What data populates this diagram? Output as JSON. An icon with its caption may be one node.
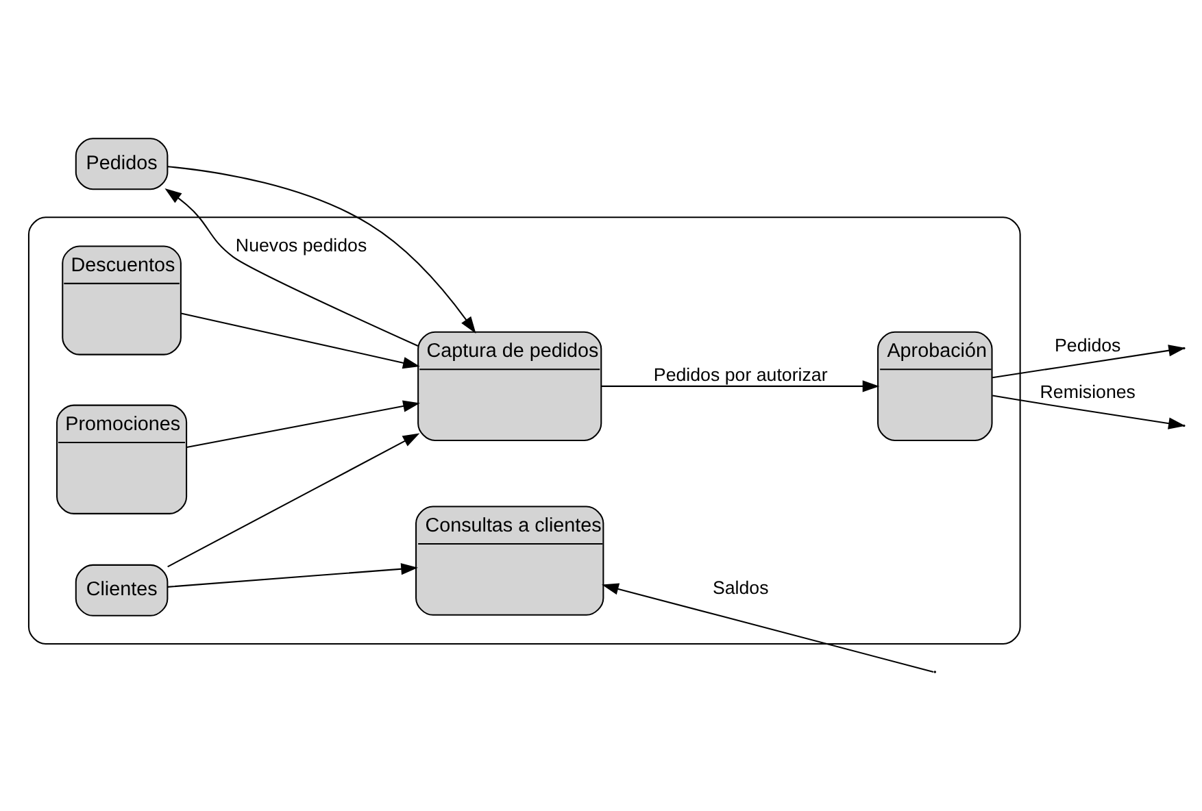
{
  "diagram": {
    "nodes": [
      {
        "text": [
          "Pedidos"
        ]
      },
      {
        "text": [],
        "shape": "box"
      },
      {
        "text": [
          "Captura de pedidos"
        ],
        "in": 1
      },
      {
        "text": [
          "Aprobación"
        ],
        "in": 1
      },
      {
        "text": [
          "Clientes"
        ],
        "in": 1
      },
      {
        "text": [
          "Promociones"
        ],
        "in": 1
      },
      {
        "text": [
          "Descuentos"
        ],
        "in": 1
      },
      {
        "text": [
          "Consultas a clientes"
        ],
        "in": 1
      }
    ],
    "edges": [
      {
        "from": 0,
        "to": 2,
        "arrow": "to"
      },
      {
        "from": 2,
        "to": 0,
        "arrow": "to",
        "label": "Nuevos pedidos"
      },
      {
        "from": 2,
        "to": 3,
        "arrow": "to",
        "label": "Pedidos por autorizar"
      },
      {
        "from": 3,
        "to": null,
        "arrow": "to",
        "label": "Pedidos"
      },
      {
        "from": 3,
        "to": null,
        "arrow": "to",
        "label": "Remisiones"
      },
      {
        "from": 4,
        "to": 2,
        "arrow": "to"
      },
      {
        "from": 4,
        "to": 7,
        "arrow": "to"
      },
      {
        "from": 5,
        "to": 2,
        "arrow": "to"
      },
      {
        "from": 6,
        "to": 2,
        "arrow": "to"
      },
      {
        "from": null,
        "to": 7,
        "arrow": "to",
        "label": "Saldos"
      }
    ]
  }
}
